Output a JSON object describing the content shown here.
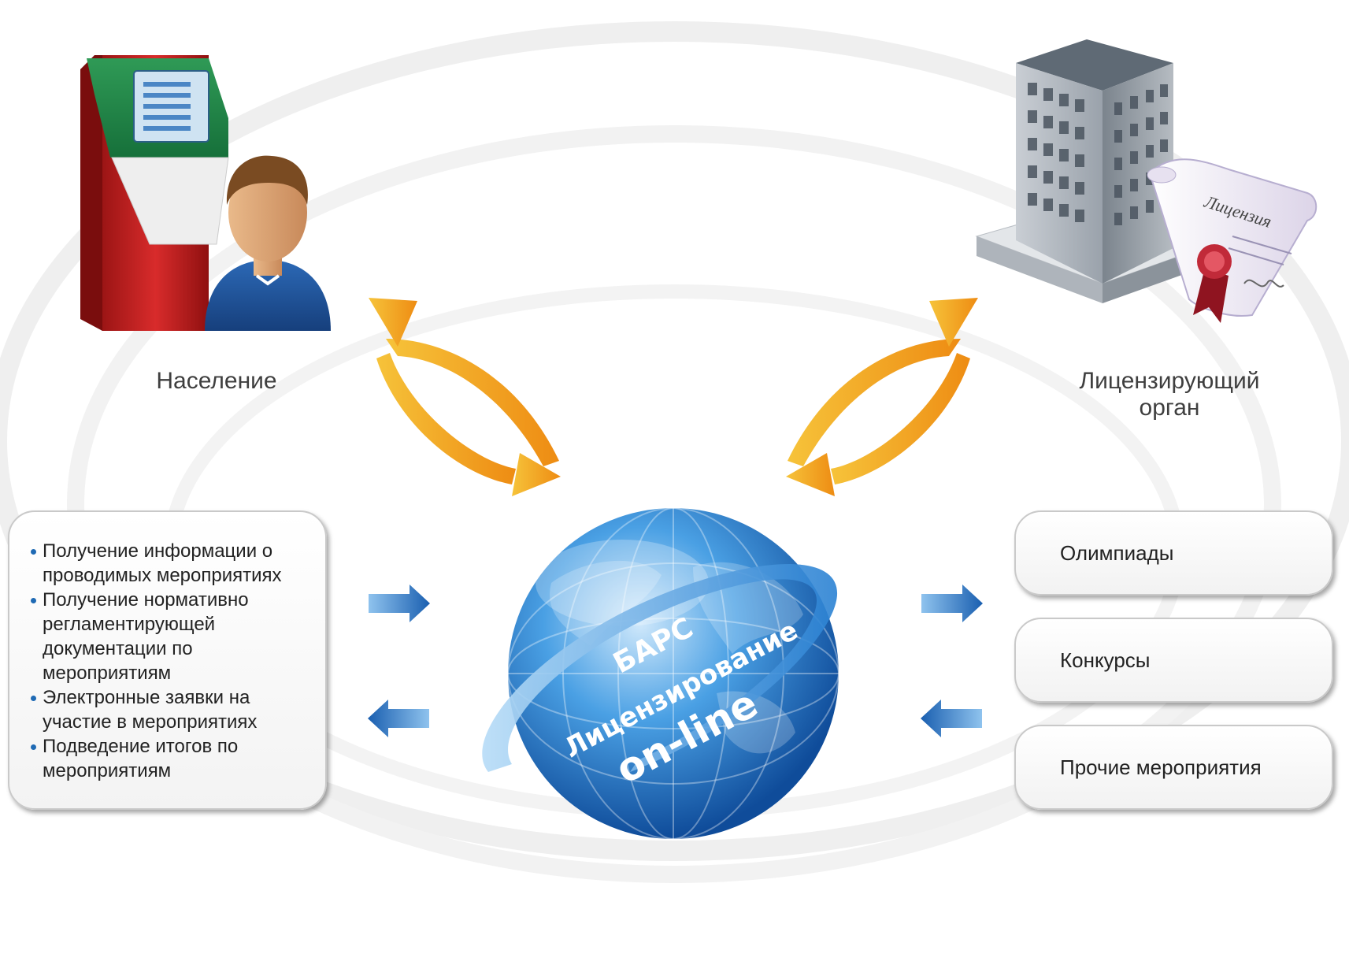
{
  "actors": {
    "population": {
      "label": "Население",
      "icon": "kiosk-and-person-icon"
    },
    "licensing_body": {
      "label": "Лицензирующий орган",
      "icon": "office-building-with-license-icon",
      "license_scroll_text": "Лицензия"
    }
  },
  "services_list": {
    "items": [
      "Получение информации о проводимых мероприятиях",
      "Получение нормативно регламентирующей документации по мероприятиям",
      "Электронные заявки на участие в мероприятиях",
      "Подведение итогов по мероприятиям"
    ]
  },
  "globe": {
    "line1": "БАРС",
    "line2": "Лицензирование",
    "line3": "on-line"
  },
  "categories": [
    {
      "label": "Олимпиады"
    },
    {
      "label": "Конкурсы"
    },
    {
      "label": "Прочие мероприятия"
    }
  ],
  "colors": {
    "orange_arrow": "#f4a51c",
    "blue_arrow": "#1a5fb0",
    "globe": "#2f8ad8",
    "panel_border": "#c9c9c9"
  }
}
